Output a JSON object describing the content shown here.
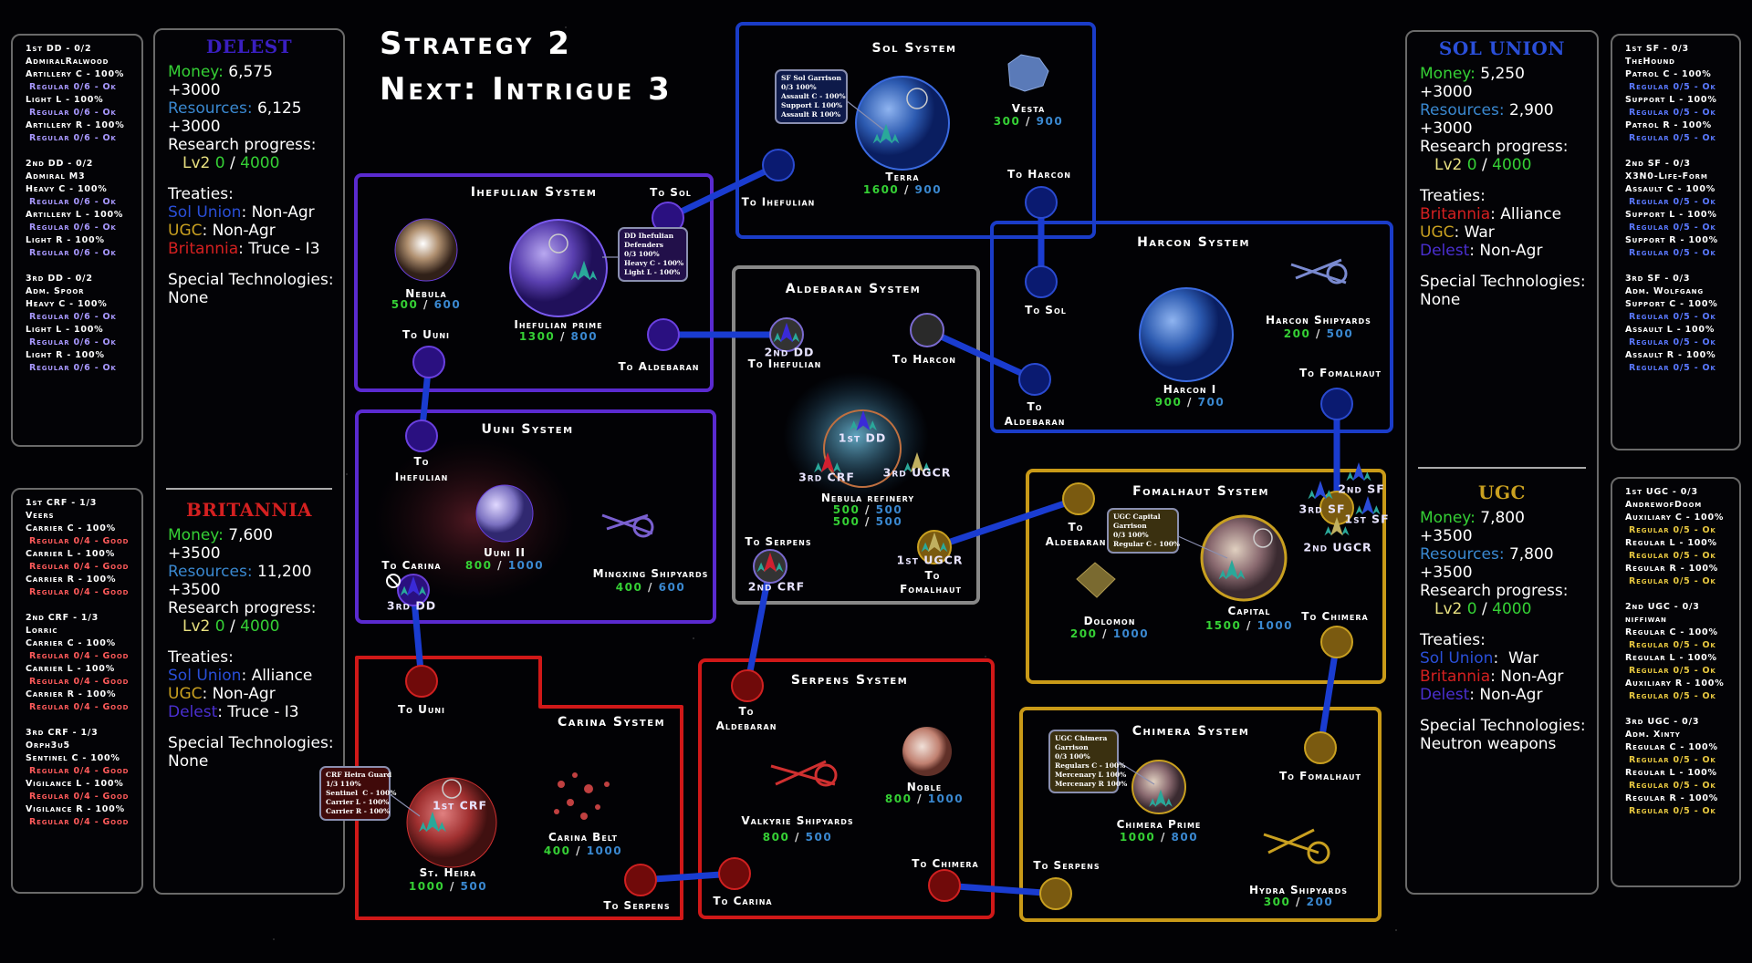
{
  "header": {
    "title": "Strategy 2",
    "next": "Next: Intrigue 3"
  },
  "colors": {
    "sol_union": "#2a4fd8",
    "ugc": "#c9a020",
    "britannia": "#d42020",
    "delest": "#4a2fd0",
    "money": "#35d035",
    "resources": "#3a88d0",
    "research_level": "#e8e080"
  },
  "fleets_delest": [
    {
      "title": "1st DD - 0/2",
      "admiral": "AdmiralRalwood",
      "ships": [
        {
          "name": "Artillery C - 100%",
          "status": "Regular 0/6 - Ok"
        },
        {
          "name": "Light L - 100%",
          "status": "Regular 0/6 - Ok"
        },
        {
          "name": "Artillery R - 100%",
          "status": "Regular 0/6 - Ok"
        }
      ]
    },
    {
      "title": "2nd DD - 0/2",
      "admiral": "Admiral M3",
      "ships": [
        {
          "name": "Heavy C - 100%",
          "status": "Regular 0/6 - Ok"
        },
        {
          "name": "Artillery L - 100%",
          "status": "Regular 0/6 - Ok"
        },
        {
          "name": "Light R - 100%",
          "status": "Regular 0/6 - Ok"
        }
      ]
    },
    {
      "title": "3rd DD - 0/2",
      "admiral": "Adm. Spoor",
      "ships": [
        {
          "name": "Heavy C - 100%",
          "status": "Regular 0/6 - Ok"
        },
        {
          "name": "Light L - 100%",
          "status": "Regular 0/6 - Ok"
        },
        {
          "name": "Light R - 100%",
          "status": "Regular 0/6 - Ok"
        }
      ]
    }
  ],
  "fleets_britannia": [
    {
      "title": "1st CRF - 1/3",
      "admiral": "Veers",
      "ships": [
        {
          "name": "Carrier C - 100%",
          "status": "Regular 0/4 - Good"
        },
        {
          "name": "Carrier L - 100%",
          "status": "Regular 0/4 - Good"
        },
        {
          "name": "Carrier R - 100%",
          "status": "Regular 0/4 - Good"
        }
      ]
    },
    {
      "title": "2nd CRF - 1/3",
      "admiral": "Lorric",
      "ships": [
        {
          "name": "Carrier C - 100%",
          "status": "Regular 0/4 - Good"
        },
        {
          "name": "Carrier L - 100%",
          "status": "Regular 0/4 - Good"
        },
        {
          "name": "Carrier R - 100%",
          "status": "Regular 0/4 - Good"
        }
      ]
    },
    {
      "title": "3rd CRF - 1/3",
      "admiral": "Orph3u5",
      "ships": [
        {
          "name": "Sentinel C - 100%",
          "status": "Regular 0/4 - Good"
        },
        {
          "name": "Vigilance L - 100%",
          "status": "Regular 0/4 - Good"
        },
        {
          "name": "Vigilance R - 100%",
          "status": "Regular 0/4 - Good"
        }
      ]
    }
  ],
  "fleets_sol": [
    {
      "title": "1st SF - 0/3",
      "admiral": "TheHound",
      "ships": [
        {
          "name": "Patrol C - 100%",
          "status": "Regular 0/5 - Ok"
        },
        {
          "name": "Support L - 100%",
          "status": "Regular 0/5 - Ok"
        },
        {
          "name": "Patrol R - 100%",
          "status": "Regular 0/5 - Ok"
        }
      ]
    },
    {
      "title": "2nd SF - 0/3",
      "admiral": "X3N0-Life-Form",
      "ships": [
        {
          "name": "Assault C - 100%",
          "status": "Regular 0/5 - Ok"
        },
        {
          "name": "Support L - 100%",
          "status": "Regular 0/5 - Ok"
        },
        {
          "name": "Support R - 100%",
          "status": "Regular 0/5 - Ok"
        }
      ]
    },
    {
      "title": "3rd SF - 0/3",
      "admiral": "Adm. Wolfgang",
      "ships": [
        {
          "name": "Support C - 100%",
          "status": "Regular 0/5 - Ok"
        },
        {
          "name": "Assault L - 100%",
          "status": "Regular 0/5 - Ok"
        },
        {
          "name": "Assault R - 100%",
          "status": "Regular 0/5 - Ok"
        }
      ]
    }
  ],
  "fleets_ugc": [
    {
      "title": "1st UGC - 0/3",
      "admiral": "AndrewofDoom",
      "ships": [
        {
          "name": "Auxiliary C - 100%",
          "status": "Regular 0/5 - Ok"
        },
        {
          "name": "Regular L - 100%",
          "status": "Regular 0/5 - Ok"
        },
        {
          "name": "Regular R - 100%",
          "status": "Regular 0/5 - Ok"
        }
      ]
    },
    {
      "title": "2nd UGC - 0/3",
      "admiral": "niffiwan",
      "ships": [
        {
          "name": "Regular C - 100%",
          "status": "Regular 0/5 - Ok"
        },
        {
          "name": "Regular L - 100%",
          "status": "Regular 0/5 - Ok"
        },
        {
          "name": "Auxiliary R - 100%",
          "status": "Regular 0/5 - Ok"
        }
      ]
    },
    {
      "title": "3rd UGC - 0/3",
      "admiral": "Adm. Xinty",
      "ships": [
        {
          "name": "Regular C - 100%",
          "status": "Regular 0/5 - Ok"
        },
        {
          "name": "Regular L - 100%",
          "status": "Regular 0/5 - Ok"
        },
        {
          "name": "Regular R - 100%",
          "status": "Regular 0/5 - Ok"
        }
      ]
    }
  ],
  "factions": [
    {
      "id": "delest",
      "name": "DELEST",
      "color": "#3a1fc0",
      "money": "6,575",
      "money_income": "+3000",
      "resources": "6,125",
      "resources_income": "+3000",
      "research_level": "Lv2",
      "research_current": "0",
      "research_total": "4000",
      "treaties": [
        {
          "faction": "Sol Union",
          "color": "#2a4fd8",
          "status": ": Non-Agr"
        },
        {
          "faction": "UGC",
          "color": "#c9a020",
          "status": ": Non-Agr"
        },
        {
          "faction": "Britannia",
          "color": "#d42020",
          "status": ": Truce - I3"
        }
      ],
      "tech": "None"
    },
    {
      "id": "britannia",
      "name": "BRITANNIA",
      "color": "#d42020",
      "money": "7,600",
      "money_income": "+3500",
      "resources": "11,200",
      "resources_income": "+3500",
      "research_level": "Lv2",
      "research_current": "0",
      "research_total": "4000",
      "treaties": [
        {
          "faction": "Sol Union",
          "color": "#2a4fd8",
          "status": ": Alliance"
        },
        {
          "faction": "UGC",
          "color": "#c9a020",
          "status": ": Non-Agr"
        },
        {
          "faction": "Delest",
          "color": "#4a2fd0",
          "status": ": Truce - I3"
        }
      ],
      "tech": "None"
    },
    {
      "id": "sol",
      "name": "SOL UNION",
      "color": "#2a4fd8",
      "money": "5,250",
      "money_income": "+3000",
      "resources": "2,900",
      "resources_income": "+3000",
      "research_level": "Lv2",
      "research_current": "0",
      "research_total": "4000",
      "treaties": [
        {
          "faction": "Britannia",
          "color": "#d42020",
          "status": ": Alliance"
        },
        {
          "faction": "UGC",
          "color": "#c9a020",
          "status": ": War"
        },
        {
          "faction": "Delest",
          "color": "#4a2fd0",
          "status": ": Non-Agr"
        }
      ],
      "tech": "None"
    },
    {
      "id": "ugc",
      "name": "UGC",
      "color": "#c9a020",
      "money": "7,800",
      "money_income": "+3500",
      "resources": "7,800",
      "resources_income": "+3500",
      "research_level": "Lv2",
      "research_current": "0",
      "research_total": "4000",
      "treaties": [
        {
          "faction": "Sol Union",
          "color": "#2a4fd8",
          "status": ":  War"
        },
        {
          "faction": "Britannia",
          "color": "#d42020",
          "status": ": Non-Agr"
        },
        {
          "faction": "Delest",
          "color": "#4a2fd0",
          "status": ": Non-Agr"
        }
      ],
      "tech": "Neutron weapons"
    }
  ],
  "labels": {
    "money": "Money:",
    "resources": "Resources:",
    "research": "Research progress:",
    "treaties": "Treaties:",
    "tech": "Special Technologies:",
    "slash": "/"
  },
  "systems": {
    "sol": {
      "name": "Sol System",
      "to_ihefulian": "To Ihefulian",
      "to_harcon": "To Harcon",
      "terra": {
        "name": "Terra",
        "a": "1600",
        "b": "900"
      },
      "vesta": {
        "name": "Vesta",
        "a": "300",
        "b": "900"
      }
    },
    "ihefulian": {
      "name": "Ihefulian System",
      "to_sol": "To Sol",
      "to_uuni": "To Uuni",
      "to_aldebaran": "To Aldebaran",
      "nebula": {
        "name": "Nebula",
        "a": "500",
        "b": "600"
      },
      "prime": {
        "name": "Ihefulian prime",
        "a": "1300",
        "b": "800"
      }
    },
    "aldebaran": {
      "name": "Aldebaran System",
      "to_ihefulian": "To Ihefulian",
      "to_harcon": "To Harcon",
      "to_serpens": "To Serpens",
      "to_fomalhaut_1": "To",
      "to_fomalhaut_2": "Fomalhaut",
      "refinery": {
        "name": "Nebula refinery",
        "a": "500",
        "b": "500",
        "c": "500",
        "d": "500"
      }
    },
    "harcon": {
      "name": "Harcon System",
      "to_sol": "To Sol",
      "to_aldebaran_1": "To",
      "to_aldebaran_2": "Aldebaran",
      "to_fomalhaut": "To Fomalhaut",
      "harcon1": {
        "name": "Harcon I",
        "a": "900",
        "b": "700"
      },
      "shipyards": {
        "name": "Harcon Shipyards",
        "a": "200",
        "b": "500"
      }
    },
    "uuni": {
      "name": "Uuni System",
      "to_ihefulian_1": "To",
      "to_ihefulian_2": "Ihefulian",
      "to_carina": "To Carina",
      "uuni2": {
        "name": "Uuni II",
        "a": "800",
        "b": "1000"
      },
      "shipyards": {
        "name": "Mingxing Shipyards",
        "a": "400",
        "b": "600"
      }
    },
    "fomalhaut": {
      "name": "Fomalhaut System",
      "to_aldebaran_1": "To",
      "to_aldebaran_2": "Aldebaran",
      "to_chimera": "To Chimera",
      "dolomon": {
        "name": "Dolomon",
        "a": "200",
        "b": "1000"
      },
      "capital": {
        "name": "Capital",
        "a": "1500",
        "b": "1000"
      }
    },
    "carina": {
      "name": "Carina System",
      "to_uuni": "To Uuni",
      "to_serpens": "To Serpens",
      "heira": {
        "name": "St. Heira",
        "a": "1000",
        "b": "500"
      },
      "belt": {
        "name": "Carina Belt",
        "a": "400",
        "b": "1000"
      }
    },
    "serpens": {
      "name": "Serpens System",
      "to_aldebaran_1": "To",
      "to_aldebaran_2": "Aldebaran",
      "to_chimera": "To Chimera",
      "to_carina": "To Carina",
      "noble": {
        "name": "Noble",
        "a": "800",
        "b": "1000"
      },
      "valkyrie": {
        "name": "Valkyrie Shipyards",
        "a": "800",
        "b": "500"
      }
    },
    "chimera": {
      "name": "Chimera System",
      "to_fomalhaut": "To Fomalhaut",
      "to_serpens": "To Serpens",
      "prime": {
        "name": "Chimera Prime",
        "a": "1000",
        "b": "800"
      },
      "hydra": {
        "name": "Hydra Shipyards",
        "a": "300",
        "b": "200"
      }
    }
  },
  "map_fleets": {
    "dd1": "1st DD",
    "dd2": "2nd DD",
    "dd3": "3rd DD",
    "crf1": "1st CRF",
    "crf2": "2nd CRF",
    "crf3": "3rd CRF",
    "ugcr1": "1st UGCR",
    "ugcr2": "2nd UGCR",
    "ugcr3": "3rd UGCR",
    "sf1": "1st SF",
    "sf2": "2nd SF",
    "sf3": "3rd SF"
  },
  "garrisons": {
    "sol": [
      "SF Sol Garrison",
      "0/3 100%",
      "Assault C - 100%",
      "Support L 100%",
      "Assault R 100%"
    ],
    "ihefulian": [
      "DD Ihefulian",
      "Defenders",
      "0/3 100%",
      "Heavy C - 100%",
      "Light L - 100%"
    ],
    "ugc_capital": [
      "UGC Capital",
      "Garrison",
      "0/3 100%",
      "Regular C - 100%"
    ],
    "chimera": [
      "UGC Chimera",
      "Garrison",
      "0/3 100%",
      "Regulars C - 100%",
      "Mercenary L 100%",
      "Mercenary R 100%"
    ],
    "heira": [
      "CRF Heira Guard",
      "1/3 110%",
      "Sentinel  C - 100%",
      "Carrier L - 100%",
      "Carrier R - 100%"
    ]
  }
}
